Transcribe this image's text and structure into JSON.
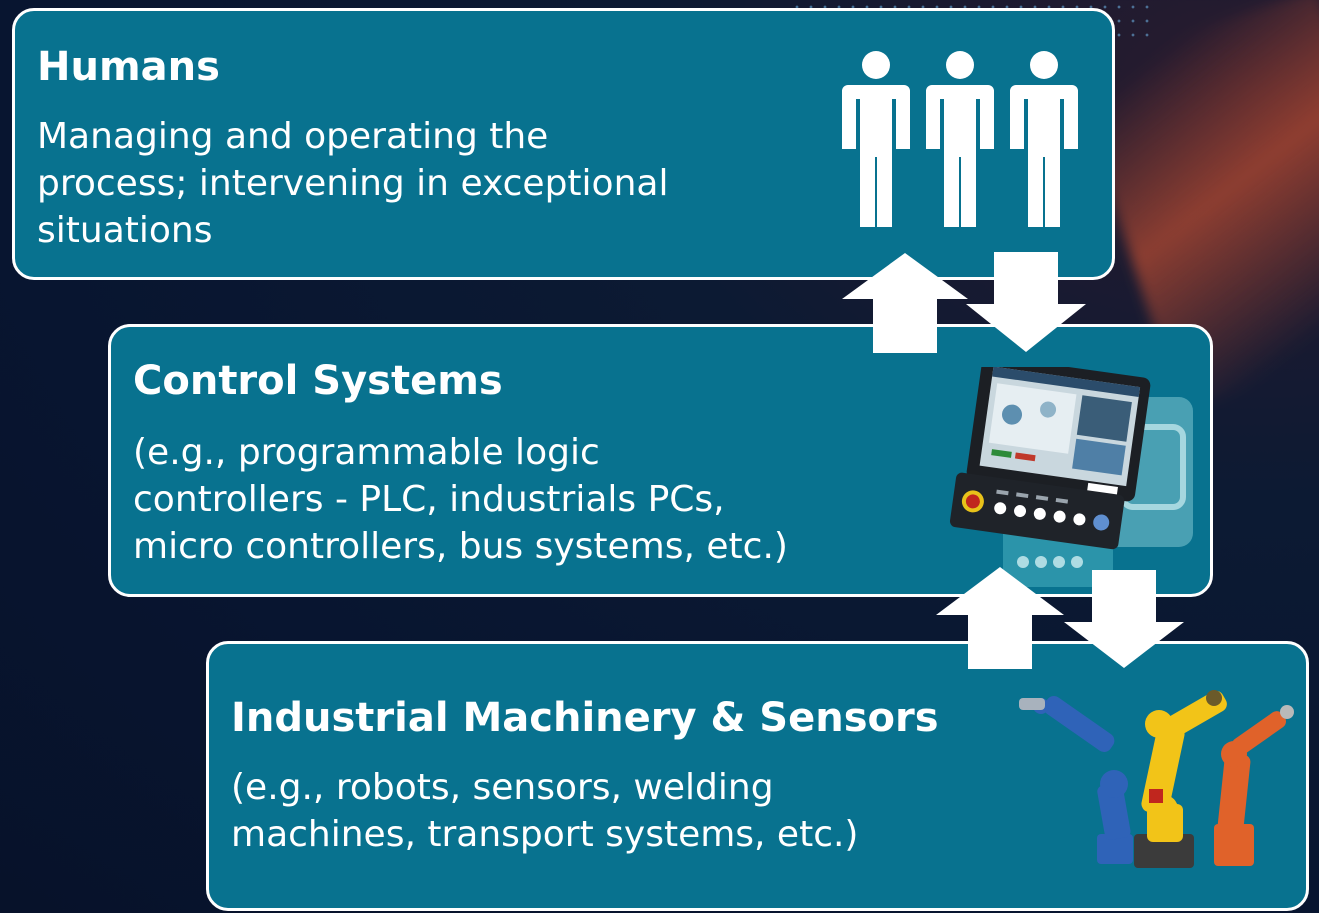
{
  "layers": [
    {
      "title": "Humans",
      "description": "Managing and operating the\nprocess; intervening in exceptional\nsituations",
      "icon": "people-icon"
    },
    {
      "title": "Control Systems",
      "description": "(e.g., programmable logic\ncontrollers - PLC, industrials PCs,\nmicro controllers, bus systems, etc.)",
      "icon": "control-panel-icon"
    },
    {
      "title": "Industrial Machinery & Sensors",
      "description": "(e.g., robots, sensors, welding\nmachines, transport systems, etc.)",
      "icon": "robot-arms-icon"
    }
  ],
  "colors": {
    "box_fill": "#08728f",
    "box_border": "#ffffff",
    "background": "#081530",
    "robot_blue": "#2f63b8",
    "robot_yellow": "#f2c418",
    "robot_orange": "#e0622a"
  }
}
